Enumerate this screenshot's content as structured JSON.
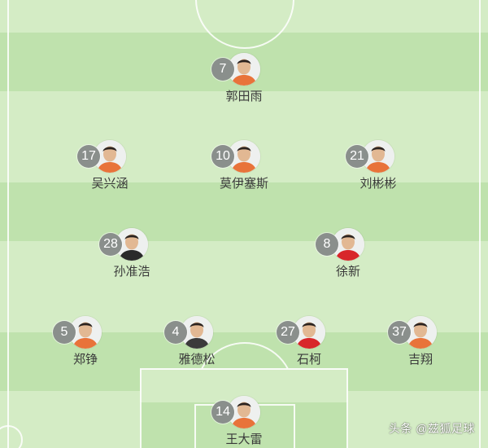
{
  "formation": {
    "players": [
      {
        "number": "7",
        "name": "郭田雨",
        "kit_color": "#e8733a"
      },
      {
        "number": "17",
        "name": "吴兴涵",
        "kit_color": "#e8733a"
      },
      {
        "number": "10",
        "name": "莫伊塞斯",
        "kit_color": "#e8733a"
      },
      {
        "number": "21",
        "name": "刘彬彬",
        "kit_color": "#e8733a"
      },
      {
        "number": "28",
        "name": "孙准浩",
        "kit_color": "#2a2a2a"
      },
      {
        "number": "8",
        "name": "徐新",
        "kit_color": "#d8262a"
      },
      {
        "number": "5",
        "name": "郑铮",
        "kit_color": "#e8733a"
      },
      {
        "number": "4",
        "name": "雅德松",
        "kit_color": "#3b3b3b"
      },
      {
        "number": "27",
        "name": "石柯",
        "kit_color": "#d8262a"
      },
      {
        "number": "37",
        "name": "吉翔",
        "kit_color": "#e8733a"
      },
      {
        "number": "14",
        "name": "王大雷",
        "kit_color": "#e8733a"
      }
    ]
  },
  "watermark": "头条 @兹狐足球",
  "colors": {
    "pitch_light": "#d4ecc5",
    "pitch_dark": "#bfe2ad",
    "badge": "#8a8f8c"
  }
}
